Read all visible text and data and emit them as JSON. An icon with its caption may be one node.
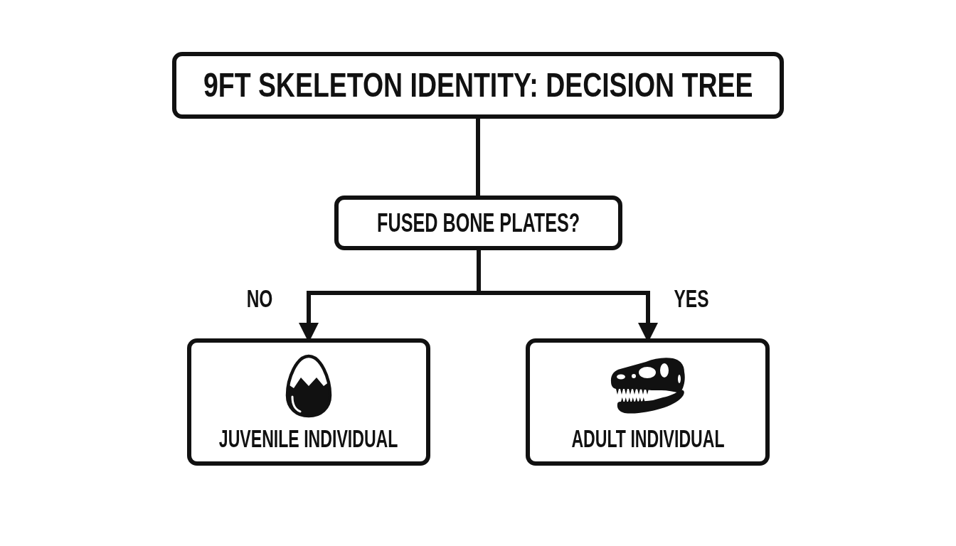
{
  "diagram": {
    "nodes": [
      {
        "text": [
          "9FT SKELETON IDENTITY: DECISION TREE"
        ]
      },
      {
        "text": [
          "FUSED BONE PLATES?"
        ]
      },
      {
        "text": [
          "JUVENILE INDIVIDUAL"
        ]
      },
      {
        "text": [
          "ADULT INDIVIDUAL"
        ]
      }
    ],
    "edges": [
      {
        "from": 0,
        "to": 1,
        "arrow": "none"
      },
      {
        "from": 1,
        "to": 2,
        "arrow": "to",
        "label": "NO"
      },
      {
        "from": 1,
        "to": 3,
        "arrow": "to",
        "label": "YES"
      }
    ]
  }
}
